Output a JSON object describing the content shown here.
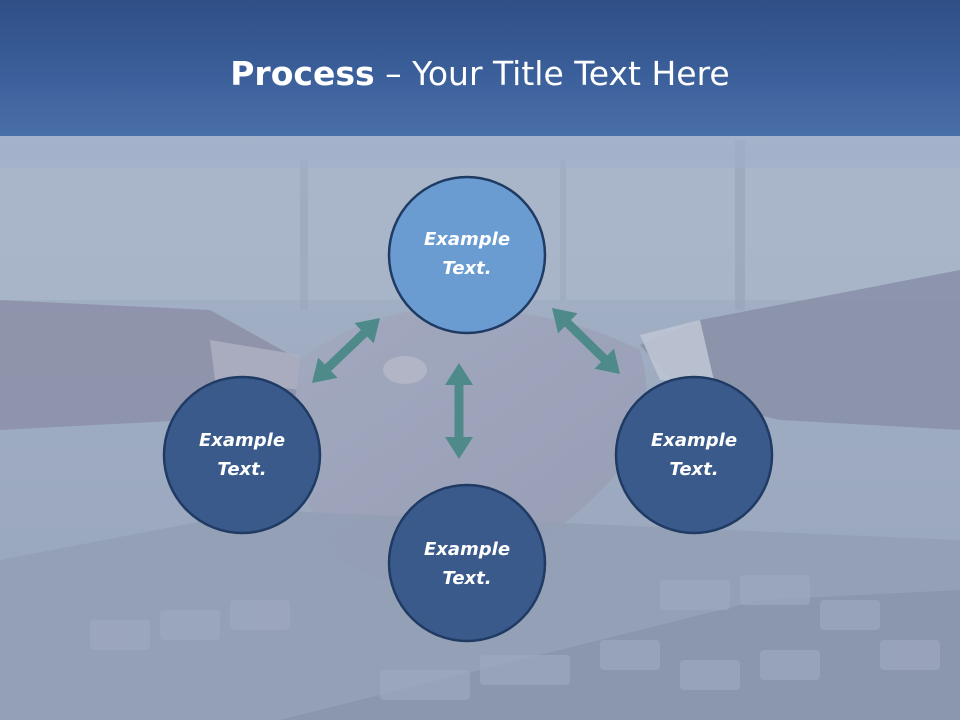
{
  "slide": {
    "title_bold": "Process",
    "title_dash": " – ",
    "title_rest": "Your Title Text Here"
  },
  "colors": {
    "header": "#3b5f9a",
    "center_node_fill": "#6a9bd1",
    "node_fill": "#3b5a8c",
    "node_stroke": "#1f3a63",
    "arrow": "#4f8a8b"
  },
  "diagram": {
    "nodes": [
      {
        "id": "top",
        "line1": "Example",
        "line2": "Text."
      },
      {
        "id": "left",
        "line1": "Example",
        "line2": "Text."
      },
      {
        "id": "right",
        "line1": "Example",
        "line2": "Text."
      },
      {
        "id": "bottom",
        "line1": "Example",
        "line2": "Text."
      }
    ],
    "edges": [
      {
        "from": "top",
        "to": "left",
        "style": "double-arrow"
      },
      {
        "from": "top",
        "to": "right",
        "style": "double-arrow"
      },
      {
        "from": "top",
        "to": "bottom",
        "style": "double-arrow"
      }
    ]
  }
}
